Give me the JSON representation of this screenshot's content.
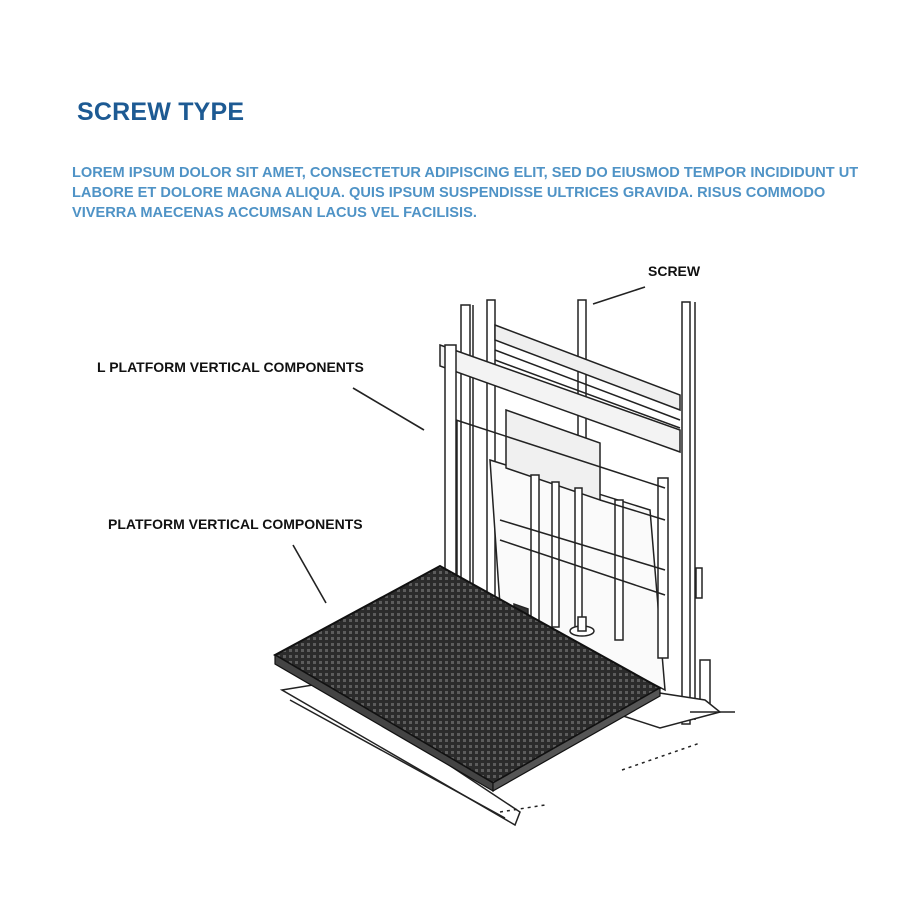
{
  "page": {
    "title": "SCREW TYPE",
    "intro": "LOREM IPSUM DOLOR SIT AMET, CONSECTETUR ADIPISCING ELIT, SED DO EIUSMOD TEMPOR INCIDIDUNT UT LABORE ET DOLORE MAGNA ALIQUA. QUIS IPSUM SUSPENDISSE ULTRICES GRAVIDA. RISUS COMMODO VIVERRA MAECENAS ACCUMSAN LACUS VEL FACILISIS."
  },
  "diagram": {
    "callouts": {
      "screw": "SCREW",
      "l_platform_vertical": "L PLATFORM VERTICAL COMPONENTS",
      "platform_vertical": "PLATFORM VERTICAL COMPONENTS"
    }
  },
  "colors": {
    "title": "#1d5a93",
    "intro_text": "#4f93c6",
    "linework": "#222222",
    "platform_mesh": "#2b2b2b"
  }
}
